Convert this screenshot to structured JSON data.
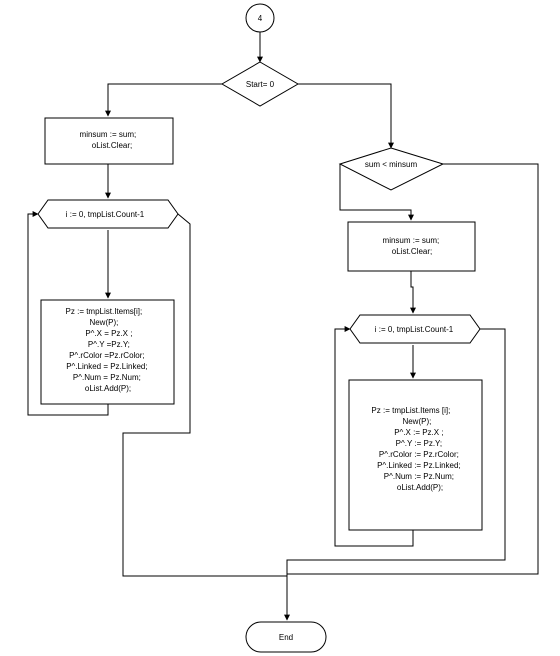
{
  "connector_label": "4",
  "decision_start": "Start= 0",
  "left_branch": {
    "init_lines": [
      "minsum := sum;",
      "oList.Clear;"
    ],
    "loop_label": "i := 0, tmpList.Count-1",
    "body_lines": [
      "Pz := tmpList.Items[i];",
      "New(P);",
      "P^.X = Pz.X ;",
      "P^.Y =Pz.Y;",
      "P^.rColor =Pz.rColor;",
      "P^.Linked = Pz.Linked;",
      "P^.Num = Pz.Num;",
      "oList.Add(P);"
    ]
  },
  "right_branch": {
    "decision_label": "sum < minsum",
    "init_lines": [
      "minsum := sum;",
      "oList.Clear;"
    ],
    "loop_label": "i := 0, tmpList.Count-1",
    "body_lines": [
      "Pz := tmpList.Items [i];",
      "New(P);",
      "P^.X := Pz.X ;",
      "P^.Y := Pz.Y;",
      "P^.rColor := Pz.rColor;",
      "P^.Linked := Pz.Linked;",
      "P^.Num := Pz.Num;",
      "oList.Add(P);"
    ]
  },
  "terminator_label": "End"
}
